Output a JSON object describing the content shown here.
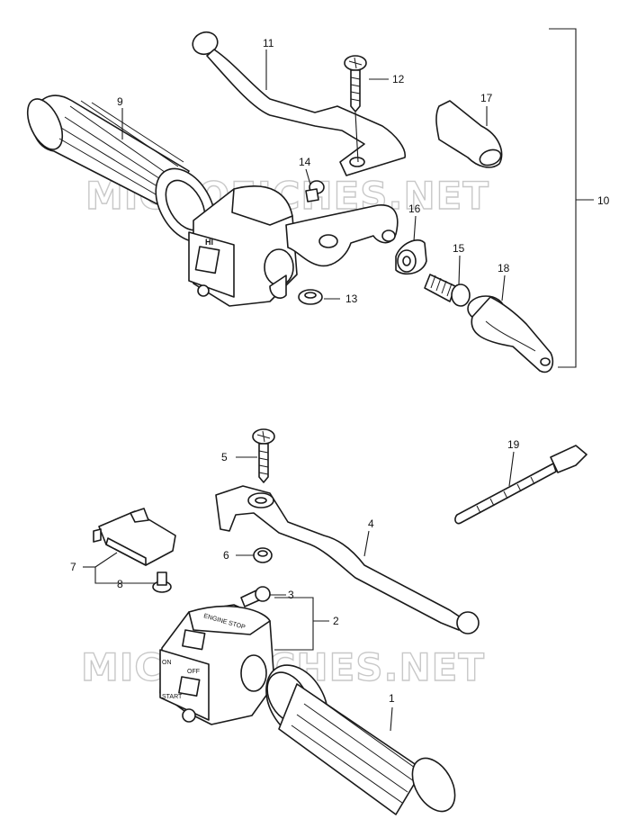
{
  "watermarks": [
    "MICROFICHES.NET",
    "MICROFICHES.NET"
  ],
  "callouts": {
    "n1": "1",
    "n2": "2",
    "n3": "3",
    "n4": "4",
    "n5": "5",
    "n6": "6",
    "n7": "7",
    "n8": "8",
    "n9": "9",
    "n10": "10",
    "n11": "11",
    "n12": "12",
    "n13": "13",
    "n14": "14",
    "n15": "15",
    "n16": "16",
    "n17": "17",
    "n18": "18",
    "n19": "19"
  },
  "switch_labels": {
    "hi": "HI",
    "engine_stop": "ENGINE STOP",
    "on": "ON",
    "off": "OFF",
    "start": "START"
  }
}
